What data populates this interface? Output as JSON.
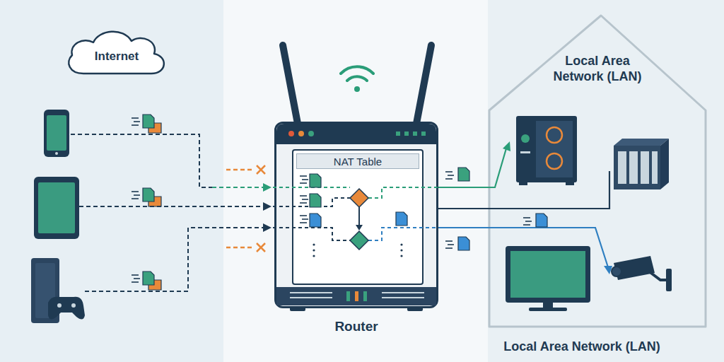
{
  "diagram": {
    "nodes": [
      {
        "text": [
          "Internet"
        ]
      },
      {
        "text": [
          "Router"
        ]
      },
      {
        "text": [
          "NAT Table"
        ],
        "in": 1
      },
      {
        "text": [
          "Local Area Network (LAN)",
          "Local Area Network (LAN)"
        ]
      }
    ]
  }
}
